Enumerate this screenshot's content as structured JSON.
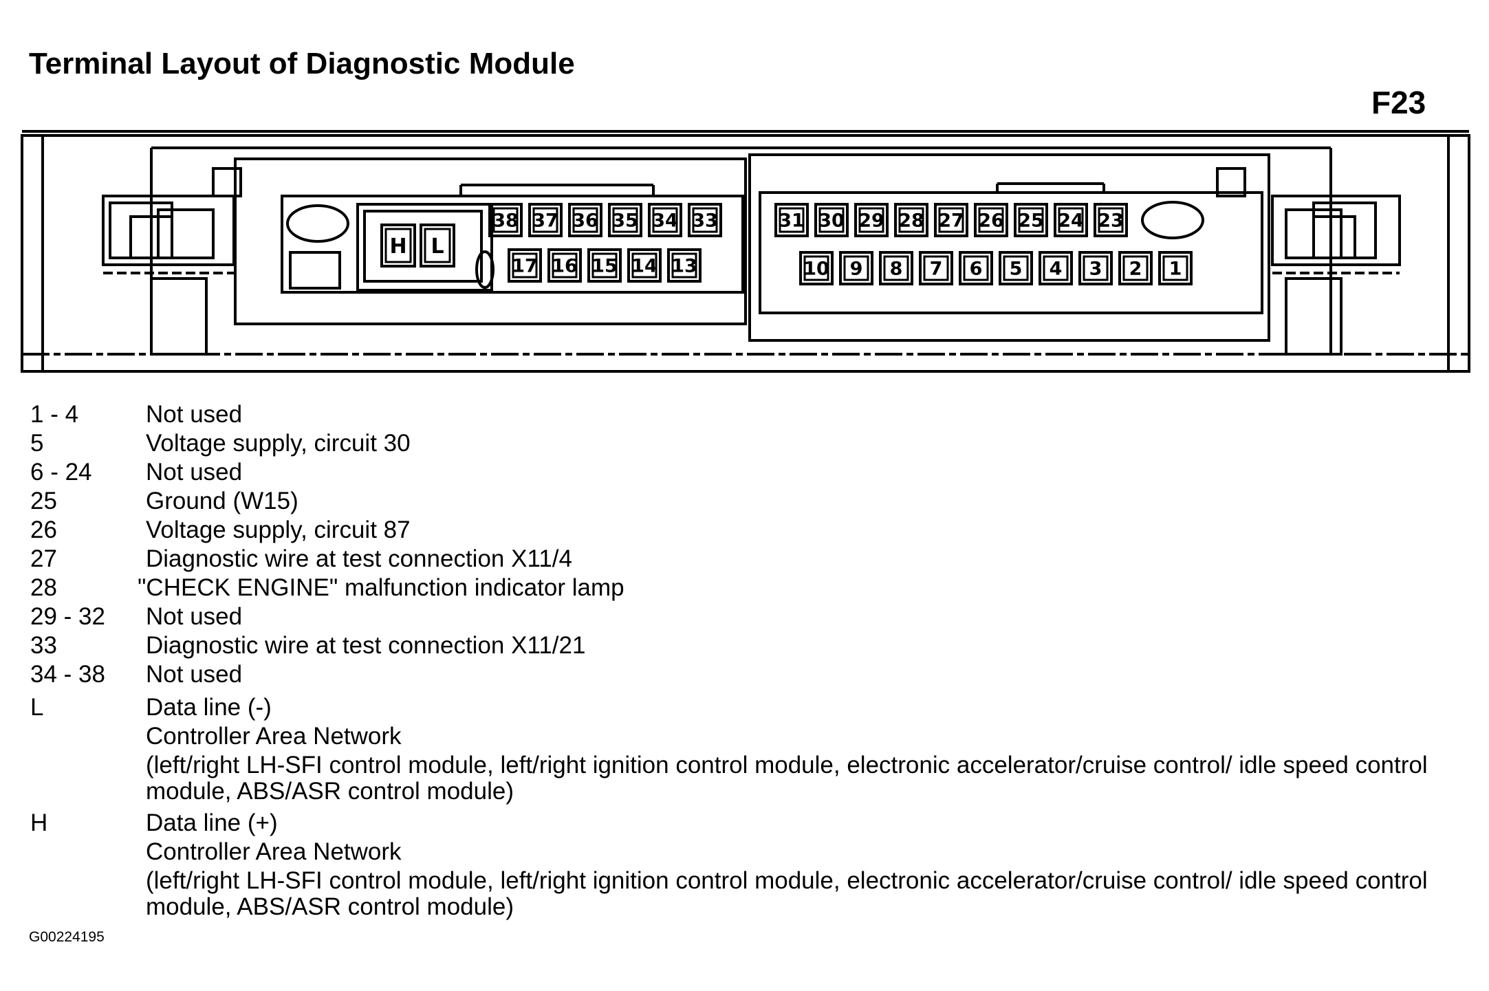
{
  "title": "Terminal Layout of Diagnostic Module",
  "figure_code": "F23",
  "connector": {
    "data_pins": [
      "H",
      "L"
    ],
    "top_row_left": [
      "38",
      "37",
      "36",
      "35",
      "34",
      "33"
    ],
    "bottom_row_left": [
      "17",
      "16",
      "15",
      "14",
      "13"
    ],
    "top_row_right": [
      "31",
      "30",
      "29",
      "28",
      "27",
      "26",
      "25",
      "24",
      "23"
    ],
    "bottom_row_right": [
      "10",
      "9",
      "8",
      "7",
      "6",
      "5",
      "4",
      "3",
      "2",
      "1"
    ]
  },
  "legend": [
    {
      "term": "1 - 4",
      "desc": "Not used"
    },
    {
      "term": "5",
      "desc": "Voltage supply, circuit 30"
    },
    {
      "term": "6 - 24",
      "desc": "Not used"
    },
    {
      "term": "25",
      "desc": "Ground (W15)"
    },
    {
      "term": "26",
      "desc": "Voltage supply, circuit 87"
    },
    {
      "term": "27",
      "desc": "Diagnostic wire at test connection X11/4"
    },
    {
      "term": "28",
      "desc": "\"CHECK ENGINE\" malfunction indicator lamp"
    },
    {
      "term": "29 - 32",
      "desc": "Not used"
    },
    {
      "term": "33",
      "desc": "Diagnostic wire at test connection X11/21"
    },
    {
      "term": "34 - 38",
      "desc": "Not used"
    },
    {
      "term": "L",
      "desc": "Data line (-)",
      "network": "Controller Area Network",
      "details": "(left/right LH-SFI control module, left/right ignition control module, electronic accelerator/cruise control/ idle speed control module, ABS/ASR control module)"
    },
    {
      "term": "H",
      "desc": "Data line (+)",
      "network": "Controller Area Network",
      "details": "(left/right LH-SFI control module, left/right ignition control module, electronic accelerator/cruise control/ idle speed control module, ABS/ASR control module)"
    }
  ],
  "image_code": "G00224195"
}
